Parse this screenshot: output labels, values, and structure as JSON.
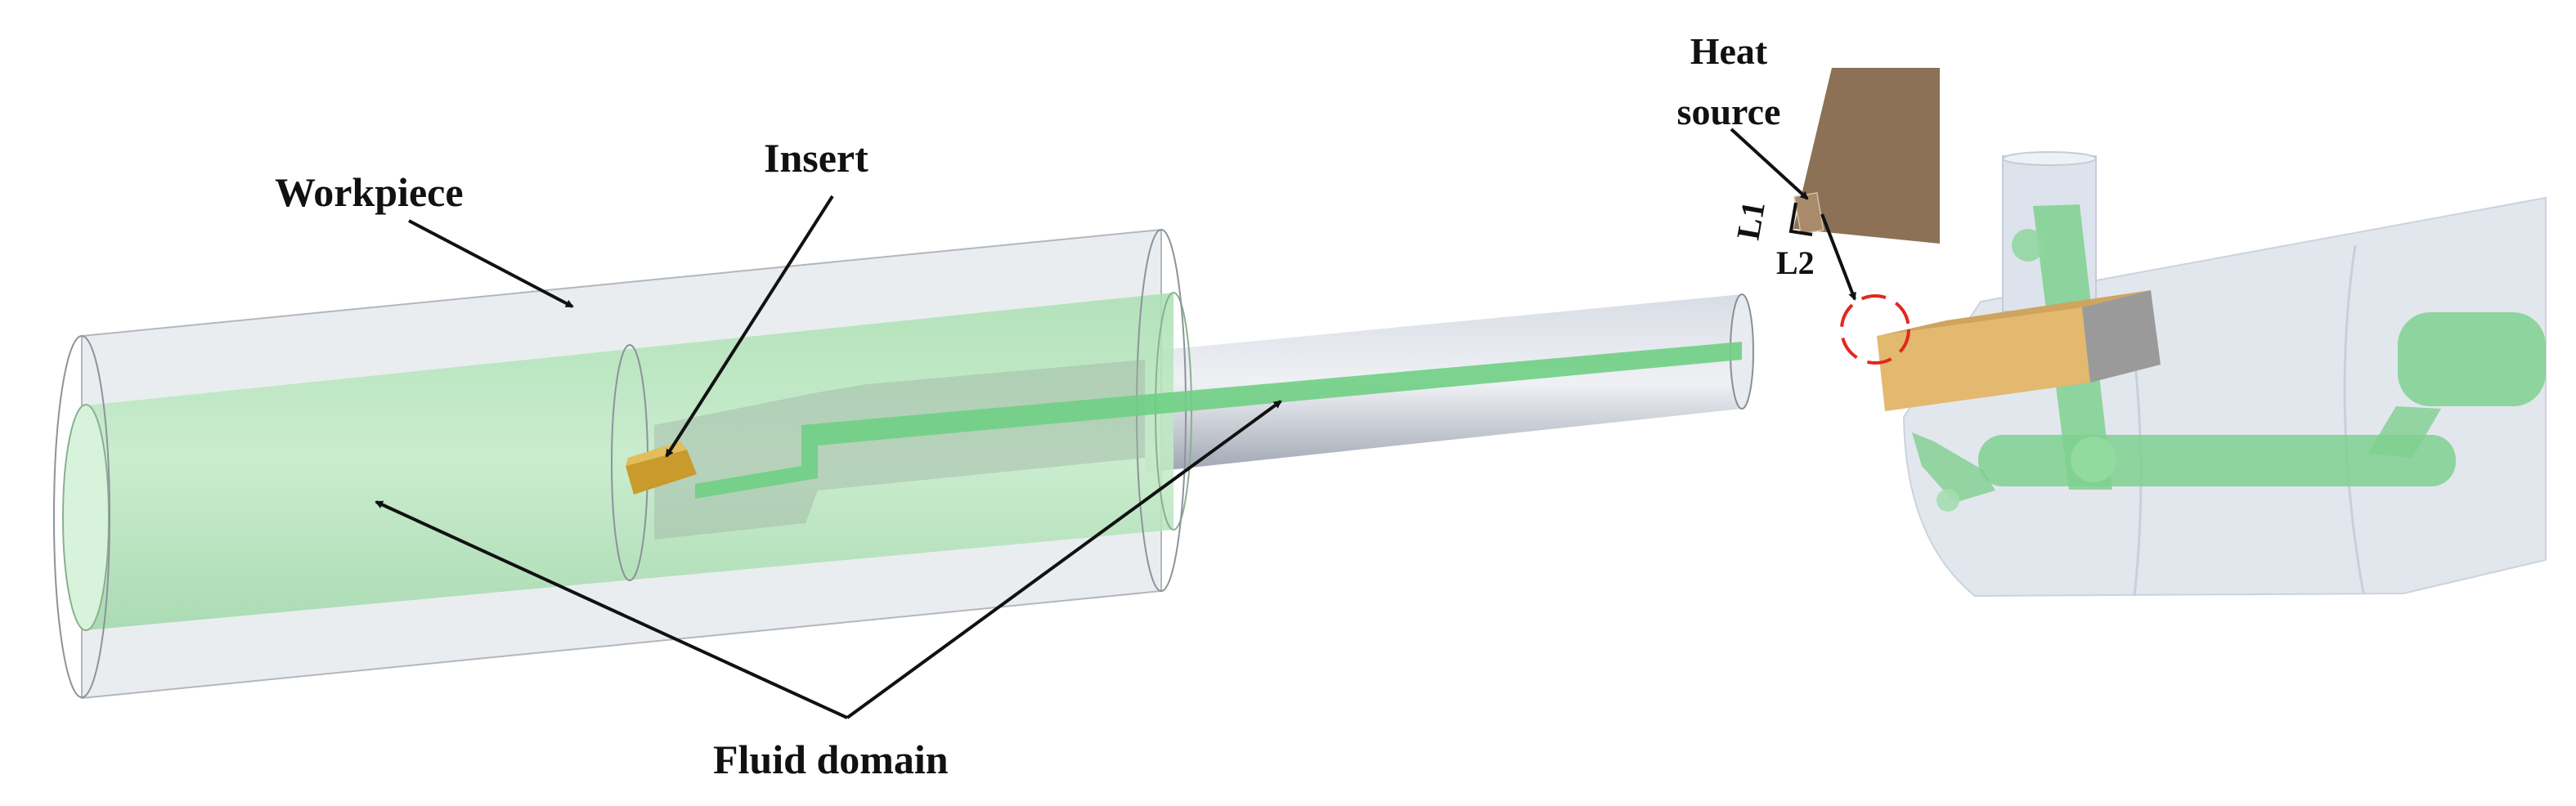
{
  "labels": {
    "workpiece": "Workpiece",
    "insert": "Insert",
    "fluid_domain": "Fluid domain",
    "heat_source_line1": "Heat",
    "heat_source_line2": "source",
    "l1": "L1",
    "l2": "L2"
  },
  "colors": {
    "workpiece": "#dfe3ea",
    "fluid": "#8fd89a",
    "insert": "#e0b46a",
    "heat_source": "#8c7156",
    "highlight_circle": "#e0281e",
    "boring_bar": "#c5cbd6"
  }
}
